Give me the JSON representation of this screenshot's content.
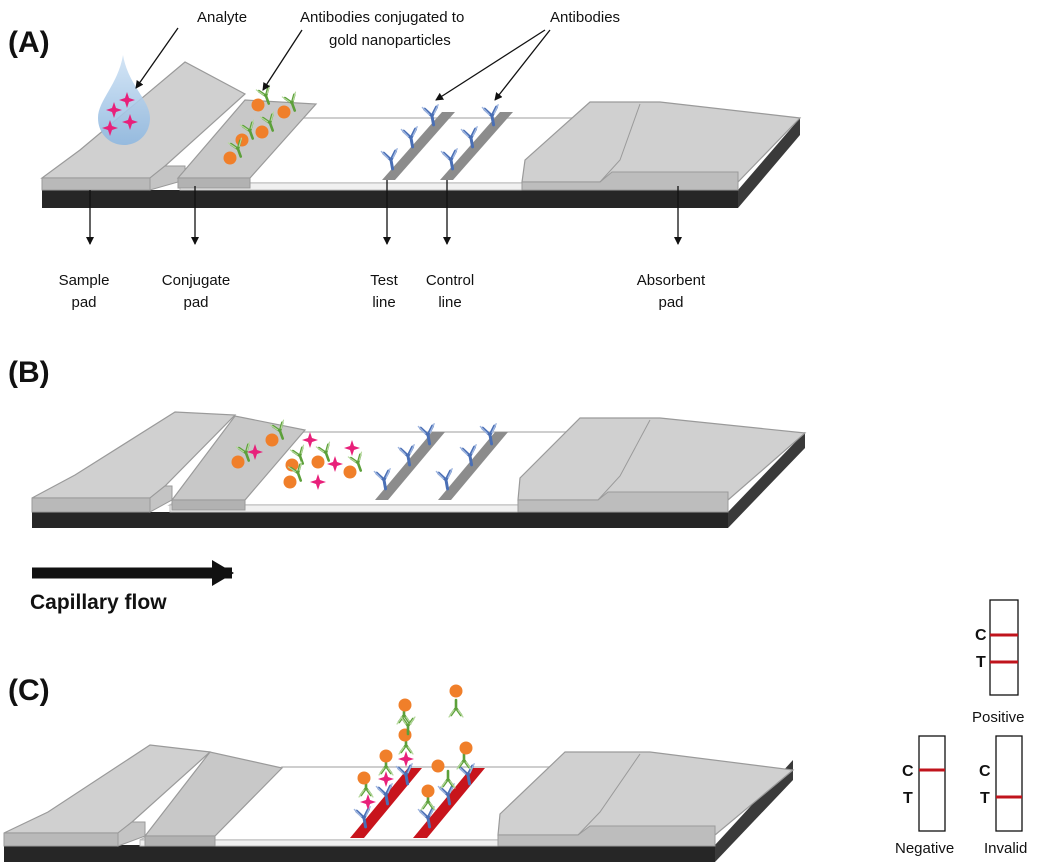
{
  "panels": {
    "a": "(A)",
    "b": "(B)",
    "c": "(C)"
  },
  "callouts": {
    "analyte": "Analyte",
    "conjugated_1": "Antibodies conjugated to",
    "conjugated_2": "gold nanoparticles",
    "antibodies": "Antibodies"
  },
  "parts": {
    "sample_1": "Sample",
    "sample_2": "pad",
    "conjugate_1": "Conjugate",
    "conjugate_2": "pad",
    "test_1": "Test",
    "test_2": "line",
    "control_1": "Control",
    "control_2": "line",
    "absorbent_1": "Absorbent",
    "absorbent_2": "pad"
  },
  "flow_label": "Capillary flow",
  "results": {
    "c": "C",
    "t": "T",
    "positive": "Positive",
    "negative": "Negative",
    "invalid": "Invalid"
  },
  "colors": {
    "gold": "#f07f2a",
    "analyte": "#e8207a",
    "antibody_blue": "#4a6fb5",
    "antibody_green": "#5ca03a",
    "result_line": "#c0141c",
    "test_line_red": "#c8141c",
    "droplet": "#8fb8e0"
  }
}
